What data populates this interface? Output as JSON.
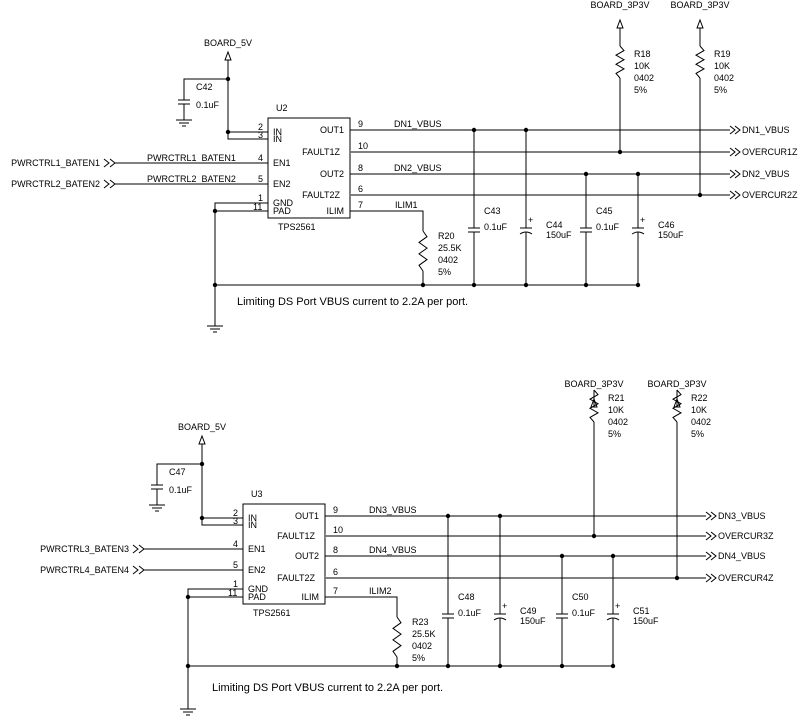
{
  "blocks": [
    {
      "board_5v": "BOARD_5V",
      "in_cap": {
        "ref": "C42",
        "value": "0.1uF"
      },
      "ic": {
        "ref": "U2",
        "part": "TPS2561",
        "pins": {
          "in": "IN",
          "en1": "EN1",
          "en2": "EN2",
          "gnd": "GND",
          "pad": "PAD",
          "out1": "OUT1",
          "fault1": "FAULT1Z",
          "out2": "OUT2",
          "fault2": "FAULT2Z",
          "ilim": "ILIM"
        },
        "pin_numbers": {
          "in_a": "2",
          "in_b": "3",
          "en1": "4",
          "en2": "5",
          "gnd": "1",
          "pad": "11",
          "out1": "9",
          "fault1": "10",
          "out2": "8",
          "fault2": "6",
          "ilim": "7"
        }
      },
      "inputs": {
        "en1_port": "PWRCTRL1_BATEN1",
        "en1_net": "PWRCTRL1_BATEN1",
        "en2_port": "PWRCTRL2_BATEN2",
        "en2_net": "PWRCTRL2_BATEN2"
      },
      "nets": {
        "out1": "DN1_VBUS",
        "out2": "DN2_VBUS",
        "ilim": "ILIM1"
      },
      "outputs": [
        "DN1_VBUS",
        "OVERCUR1Z",
        "DN2_VBUS",
        "OVERCUR2Z"
      ],
      "pullups": [
        {
          "rail": "BOARD_3P3V",
          "ref": "R18",
          "value": "10K",
          "pkg": "0402",
          "tol": "5%"
        },
        {
          "rail": "BOARD_3P3V",
          "ref": "R19",
          "value": "10K",
          "pkg": "0402",
          "tol": "5%"
        }
      ],
      "ilim_res": {
        "ref": "R20",
        "value": "25.5K",
        "pkg": "0402",
        "tol": "5%"
      },
      "out_caps": [
        {
          "ref": "C43",
          "value": "0.1uF"
        },
        {
          "ref": "C44",
          "value": "150uF"
        },
        {
          "ref": "C45",
          "value": "0.1uF"
        },
        {
          "ref": "C46",
          "value": "150uF"
        }
      ],
      "note": "Limiting DS Port VBUS current to 2.2A per port."
    },
    {
      "board_5v": "BOARD_5V",
      "in_cap": {
        "ref": "C47",
        "value": "0.1uF"
      },
      "ic": {
        "ref": "U3",
        "part": "TPS2561",
        "pins": {
          "in": "IN",
          "en1": "EN1",
          "en2": "EN2",
          "gnd": "GND",
          "pad": "PAD",
          "out1": "OUT1",
          "fault1": "FAULT1Z",
          "out2": "OUT2",
          "fault2": "FAULT2Z",
          "ilim": "ILIM"
        },
        "pin_numbers": {
          "in_a": "2",
          "in_b": "3",
          "en1": "4",
          "en2": "5",
          "gnd": "1",
          "pad": "11",
          "out1": "9",
          "fault1": "10",
          "out2": "8",
          "fault2": "6",
          "ilim": "7"
        }
      },
      "inputs": {
        "en1_port": "PWRCTRL3_BATEN3",
        "en1_net": "",
        "en2_port": "PWRCTRL4_BATEN4",
        "en2_net": ""
      },
      "nets": {
        "out1": "DN3_VBUS",
        "out2": "DN4_VBUS",
        "ilim": "ILIM2"
      },
      "outputs": [
        "DN3_VBUS",
        "OVERCUR3Z",
        "DN4_VBUS",
        "OVERCUR4Z"
      ],
      "pullups": [
        {
          "rail": "BOARD_3P3V",
          "ref": "R21",
          "value": "10K",
          "pkg": "0402",
          "tol": "5%"
        },
        {
          "rail": "BOARD_3P3V",
          "ref": "R22",
          "value": "10K",
          "pkg": "0402",
          "tol": "5%"
        }
      ],
      "ilim_res": {
        "ref": "R23",
        "value": "25.5K",
        "pkg": "0402",
        "tol": "5%"
      },
      "out_caps": [
        {
          "ref": "C48",
          "value": "0.1uF"
        },
        {
          "ref": "C49",
          "value": "150uF"
        },
        {
          "ref": "C50",
          "value": "0.1uF"
        },
        {
          "ref": "C51",
          "value": "150uF"
        }
      ],
      "note": "Limiting DS Port VBUS current to 2.2A per port."
    }
  ]
}
